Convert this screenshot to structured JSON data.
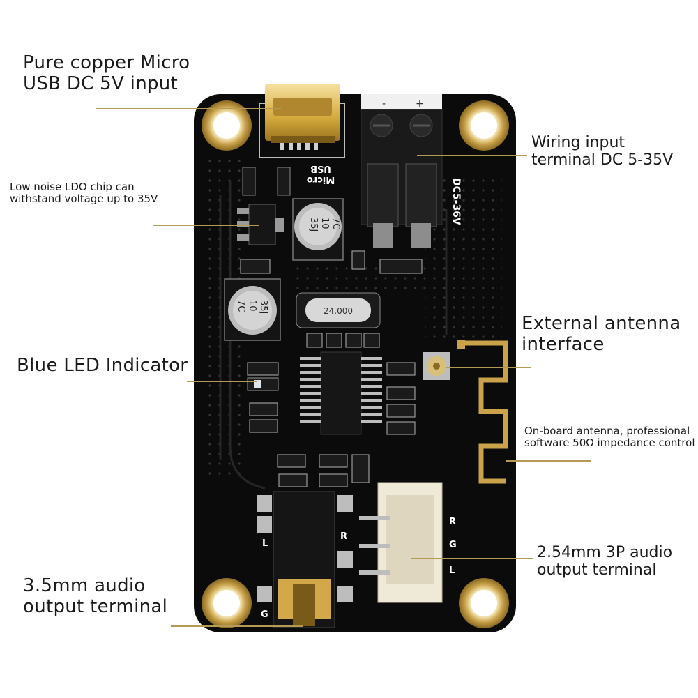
{
  "callouts": {
    "usb": {
      "line1": "Pure copper Micro",
      "line2": "USB DC 5V input"
    },
    "terminal": {
      "line1": "Wiring input",
      "line2": "terminal DC 5-35V"
    },
    "ldo": {
      "line1": "Low noise LDO chip can",
      "line2": "withstand voltage up to 35V"
    },
    "led": {
      "text": "Blue LED Indicator"
    },
    "ext_antenna": {
      "line1": "External antenna",
      "line2": "interface"
    },
    "onboard_antenna": {
      "line1": "On-board antenna, professional",
      "line2": "software 50Ω impedance control"
    },
    "jack": {
      "line1": "3.5mm audio",
      "line2": "output terminal"
    },
    "header": {
      "line1": "2.54mm 3P audio",
      "line2": "output terminal"
    }
  },
  "board_markings": {
    "usb_label_1": "USB",
    "usb_label_2": "Micro",
    "terminal_minus": "-",
    "terminal_plus": "+",
    "terminal_rating": "DC5-36V",
    "cap_top": [
      "7C",
      "10",
      "35J"
    ],
    "cap_left": [
      "7C",
      "10",
      "35J"
    ],
    "crystal": "24.000",
    "jack_l": "L",
    "jack_r": "R",
    "jack_g": "G",
    "header_r": "R",
    "header_g": "G",
    "header_l": "L"
  },
  "colors": {
    "pcb": "#0b0b0b",
    "gold": "#c9a24a",
    "leader": "#b59a55"
  }
}
